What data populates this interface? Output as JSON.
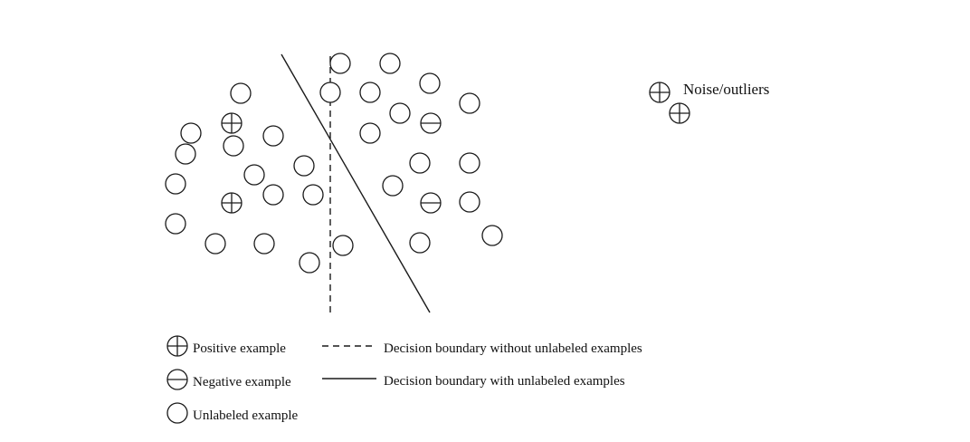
{
  "diagram": {
    "noise_label": "Noise/outliers",
    "legend": {
      "positive": "Positive example",
      "negative": "Negative example",
      "unlabeled": "Unlabeled example",
      "dashed_boundary": "Decision boundary without unlabeled examples",
      "solid_boundary": "Decision boundary with unlabeled examples"
    }
  }
}
